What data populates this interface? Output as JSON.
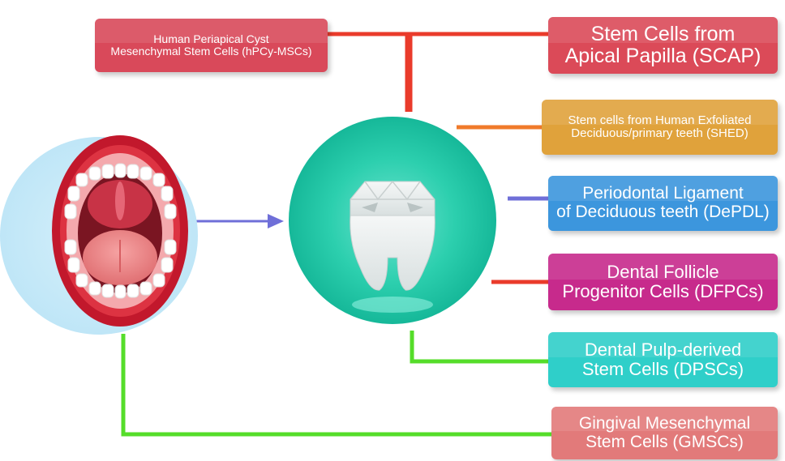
{
  "diagram": {
    "source_arrow": "right-arrow",
    "sources": [
      {
        "id": "hpcy",
        "label": "Human Periapical Cyst\nMesenchymal Stem Cells (hPCy-MSCs)",
        "color": "#d9495a"
      },
      {
        "id": "scap",
        "label": "Stem Cells from\nApical Papilla (SCAP)",
        "color": "#db4a58"
      },
      {
        "id": "shed",
        "label": "Stem cells from Human Exfoliated\nDeciduous/primary teeth (SHED)",
        "color": "#e0a23b"
      },
      {
        "id": "depdl",
        "label": "Periodontal Ligament\nof Deciduous teeth (DePDL)",
        "color": "#3c96dd"
      },
      {
        "id": "dfpc",
        "label": "Dental Follicle\nProgenitor Cells (DFPCs)",
        "color": "#c72a8c"
      },
      {
        "id": "dpsc",
        "label": "Dental Pulp-derived\nStem Cells (DPSCs)",
        "color": "#2fcfc9"
      },
      {
        "id": "gmsc",
        "label": "Gingival Mesenchymal\nStem Cells (GMSCs)",
        "color": "#e27a7a"
      }
    ],
    "illustrations": {
      "mouth": "open-mouth-icon",
      "tooth": "diamond-tooth-icon"
    },
    "colors": {
      "red_connector": "#ea3b2b",
      "orange_connector": "#f07a2a",
      "blue_connector": "#6f6fd8",
      "green_connector": "#55dd2a",
      "mouth_circle": "#c5e8f7",
      "tooth_circle": "#22c9a8"
    }
  }
}
